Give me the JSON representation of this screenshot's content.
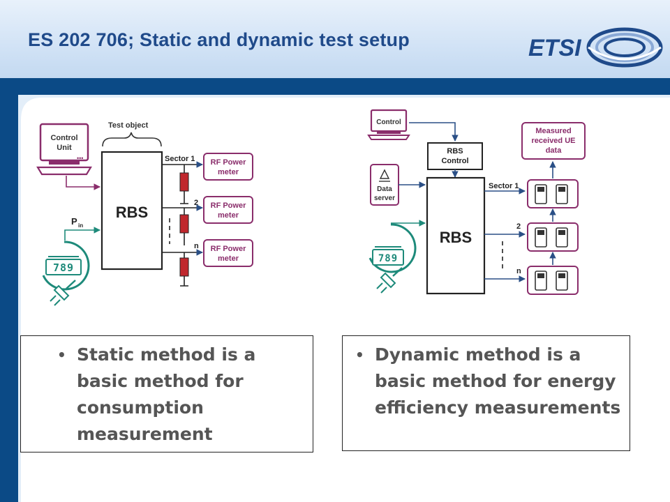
{
  "slide": {
    "title": "ES 202 706; Static and dynamic test setup",
    "logo_text": "ETSI"
  },
  "colors": {
    "header_dark": "#0b4a86",
    "title": "#1f4a8a",
    "purple": "#8a2d6b",
    "teal": "#1d8a7a",
    "resistor": "#c0272d",
    "arrow": "#2a4f86"
  },
  "static_diagram": {
    "test_object_label": "Test object",
    "control_label_1": "Control",
    "control_label_2": "Unit",
    "rbs_label": "RBS",
    "pin_label": "P",
    "pin_sub": "in",
    "meter_digits": "789",
    "sectors": [
      "Sector 1",
      "2",
      "n"
    ],
    "rf_label_1": "RF Power",
    "rf_label_2": "meter"
  },
  "dynamic_diagram": {
    "control_label": "Control",
    "rbs_control_1": "RBS",
    "rbs_control_2": "Control",
    "data_server_1": "Data",
    "data_server_2": "server",
    "rbs_label": "RBS",
    "meter_digits": "789",
    "sectors": [
      "Sector 1",
      "2",
      "n"
    ],
    "measured_1": "Measured",
    "measured_2": "received UE",
    "measured_3": "data"
  },
  "left_box": {
    "bullet": "Static method is a basic method for consumption measurement"
  },
  "right_box": {
    "bullet": "Dynamic method is a basic method for energy efficiency measurements"
  }
}
